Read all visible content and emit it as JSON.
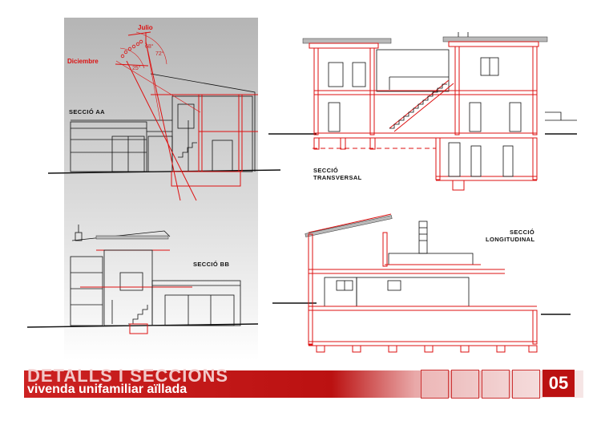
{
  "labels": {
    "section_aa": "SECCIÓ AA",
    "section_bb": "SECCIÓ BB",
    "section_transversal_1": "SECCIÓ",
    "section_transversal_2": "TRANSVERSAL",
    "section_longitudinal_1": "SECCIÓ",
    "section_longitudinal_2": "LONGITUDINAL"
  },
  "sun_study": {
    "summer_label": "Julio",
    "winter_label": "Diciembre",
    "angle_1": "68°",
    "angle_2": "72°",
    "angle_3": "25°"
  },
  "title_block": {
    "title": "DETALLS I SECCIONS",
    "subtitle": "vivenda unifamiliar aïllada",
    "sheet_number": "05"
  },
  "colors": {
    "accent": "#d11111",
    "title_bar": "#bb1111",
    "panel_grey": "#b9b9b9"
  }
}
